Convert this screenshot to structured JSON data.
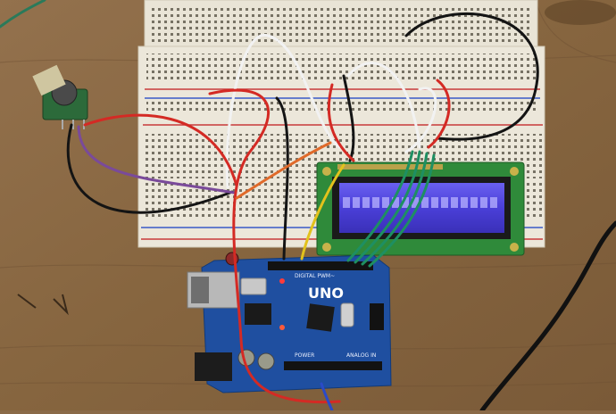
{
  "board": {
    "brand_text": "UNO",
    "header_digital": "DIGITAL PWM~",
    "header_power": "POWER",
    "header_analog": "ANALOG IN"
  },
  "colors": {
    "table": "#8a6a48",
    "breadboard": "#e9e4d6",
    "arduino": "#1f4fa0",
    "lcd_pcb": "#2f8a3a",
    "lcd_screen": "#4a3fd8",
    "wire_red": "#d42a24",
    "wire_white": "#f2f2f2",
    "wire_black": "#141414",
    "wire_green": "#1e8f62",
    "wire_yellow": "#e2c21c",
    "wire_purple": "#7a4a9a",
    "wire_orange": "#e06a2a"
  }
}
